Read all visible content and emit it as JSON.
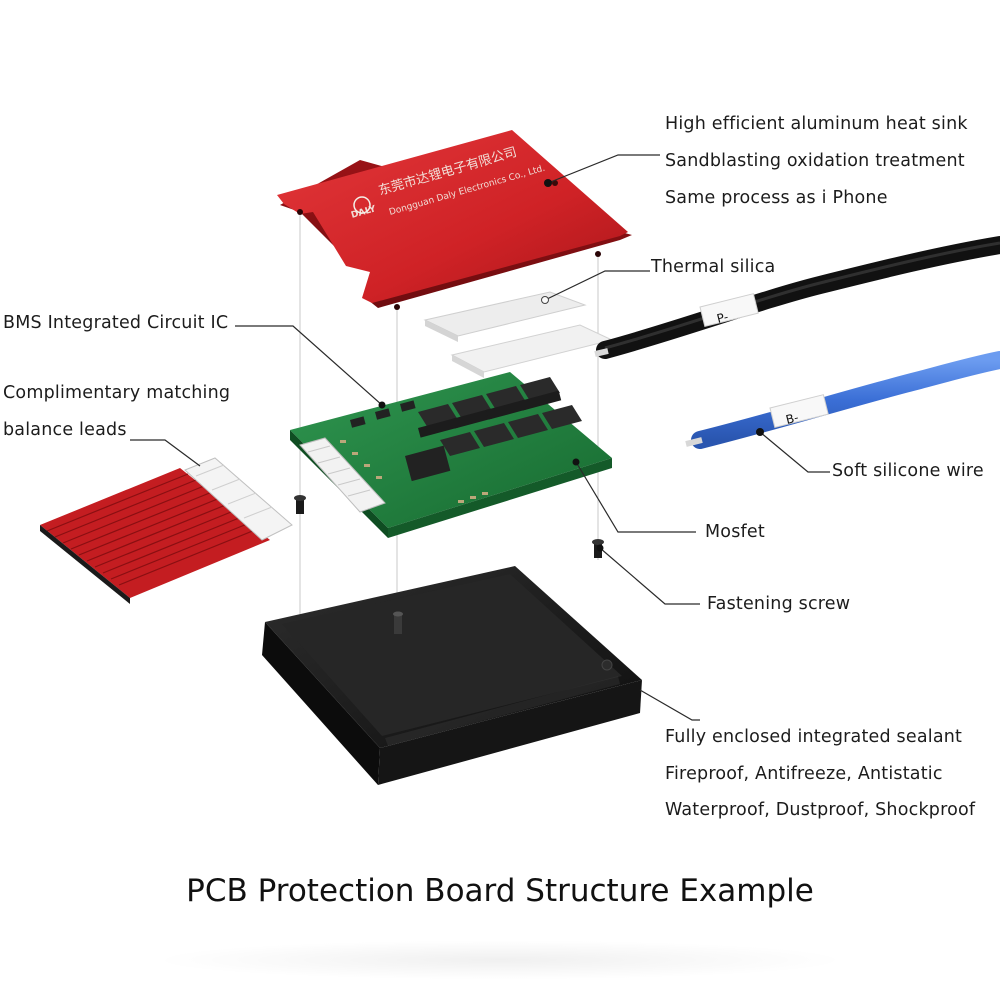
{
  "title": "PCB Protection Board Structure Example",
  "heatsink": {
    "line1": "High efficient aluminum heat sink",
    "line2": "Sandblasting oxidation treatment",
    "line3": "Same process as i Phone",
    "brand_cn": "东莞市达锂电子有限公司",
    "brand_en": "Dongguan Daly Electronics Co., Ltd.",
    "logo": "DALY"
  },
  "thermal": "Thermal silica",
  "bms_ic": "BMS Integrated Circuit IC",
  "balance": {
    "line1": "Complimentary matching",
    "line2": "balance leads"
  },
  "wire": "Soft silicone wire",
  "mosfet": "Mosfet",
  "screw": "Fastening screw",
  "enclosure": {
    "line1": "Fully enclosed integrated sealant",
    "line2": "Fireproof, Antifreeze, Antistatic",
    "line3": "Waterproof, Dustproof, Shockproof"
  },
  "wire_tags": {
    "black": "P-",
    "blue": "B-"
  },
  "colors": {
    "heatsink": "#d8282b",
    "pcb": "#1f7a3a",
    "case": "#1b1b1b",
    "blue_wire": "#3b6fd6",
    "black_wire": "#1a1a1a"
  }
}
